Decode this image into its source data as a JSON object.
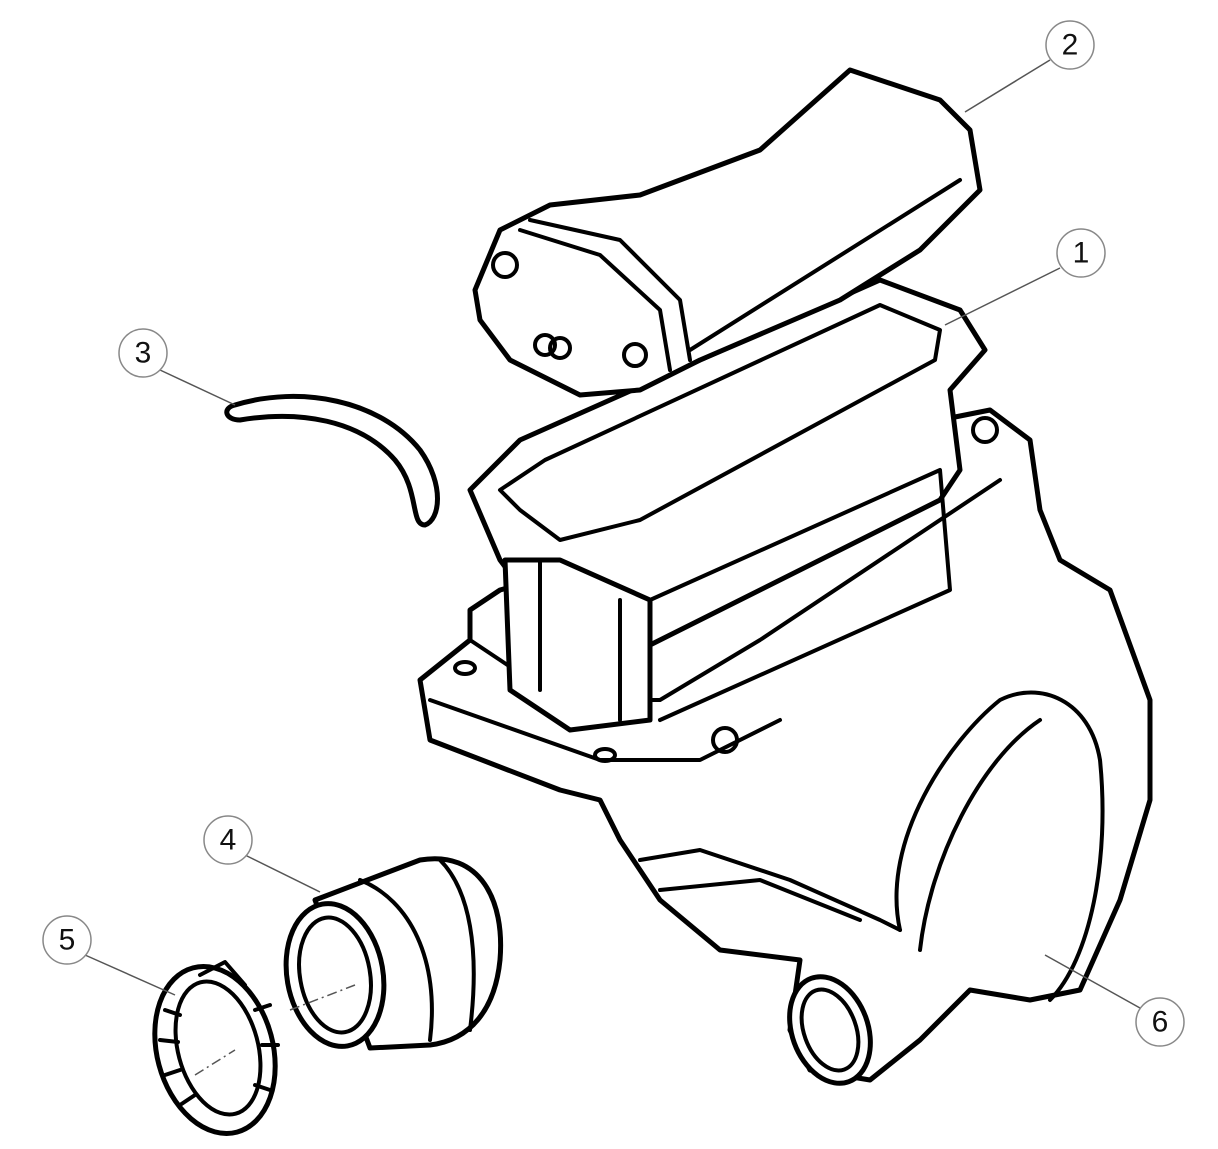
{
  "diagram": {
    "type": "exploded-parts-view",
    "colors": {
      "line": "#000000",
      "callout_stroke": "#888888",
      "background": "#ffffff"
    },
    "callouts": [
      {
        "id": "1",
        "label": "1"
      },
      {
        "id": "2",
        "label": "2"
      },
      {
        "id": "3",
        "label": "3"
      },
      {
        "id": "4",
        "label": "4"
      },
      {
        "id": "5",
        "label": "5"
      },
      {
        "id": "6",
        "label": "6"
      }
    ]
  }
}
